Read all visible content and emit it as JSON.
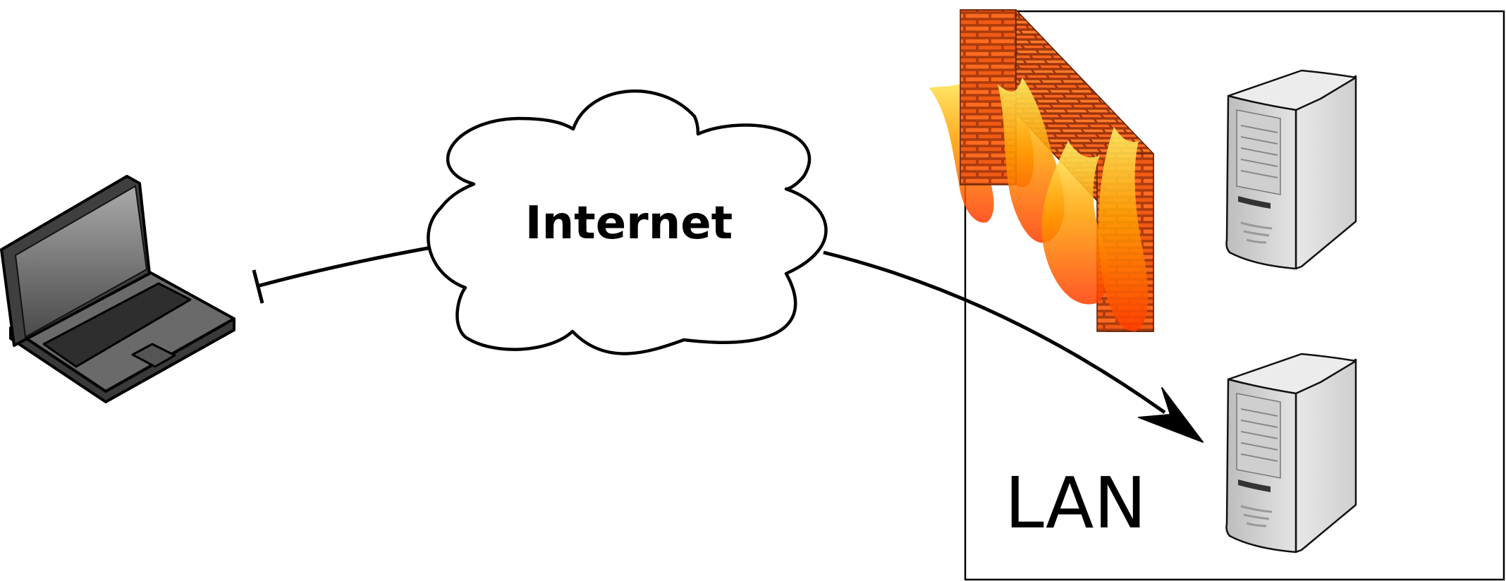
{
  "diagram": {
    "cloud": {
      "label": "Internet"
    },
    "network": {
      "label": "LAN"
    },
    "nodes": [
      {
        "id": "laptop",
        "kind": "laptop",
        "icon": "laptop-icon"
      },
      {
        "id": "cloud",
        "kind": "cloud",
        "icon": "cloud-icon"
      },
      {
        "id": "firewall",
        "kind": "firewall",
        "icon": "firewall-icon"
      },
      {
        "id": "server-1",
        "kind": "server",
        "icon": "server-icon"
      },
      {
        "id": "server-2",
        "kind": "server",
        "icon": "server-icon"
      }
    ],
    "edges": [
      {
        "from": "laptop",
        "to": "cloud",
        "style": "blocked-end"
      },
      {
        "from": "cloud",
        "to": "server-2",
        "style": "arrow"
      }
    ],
    "colors": {
      "line": "#000000",
      "laptop_body": "#5f5f5f",
      "laptop_screen": "#8a8a8a",
      "server_body": "#d6d6d6",
      "brick": "#e8501a",
      "flame": "#ffb300"
    }
  }
}
